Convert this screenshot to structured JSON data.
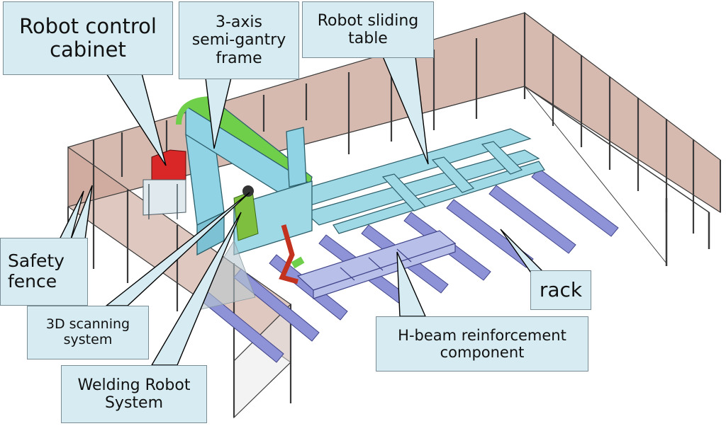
{
  "labels": {
    "control_cabinet": "Robot control\ncabinet",
    "gantry_frame": "3-axis\nsemi-gantry\nframe",
    "sliding_table": "Robot sliding\ntable",
    "safety_fence": "Safety\nfence",
    "scanning_system": "3D scanning\nsystem",
    "welding_robot": "Welding Robot\nSystem",
    "rack": "rack",
    "hbeam_component": "H-beam reinforcement\ncomponent"
  },
  "colors": {
    "fence_panel": "#c9a394",
    "fence_post": "#3a3a3a",
    "cabinet": "#d92626",
    "gantry": "#8fd3e4",
    "gantry_accent": "#6fcf4a",
    "rail": "#9fd9e6",
    "rack_beam": "#8e92d6",
    "scanner_cone": "#7fbf3f",
    "callout_bg": "#d7ecf2",
    "leader_line": "#000000"
  }
}
